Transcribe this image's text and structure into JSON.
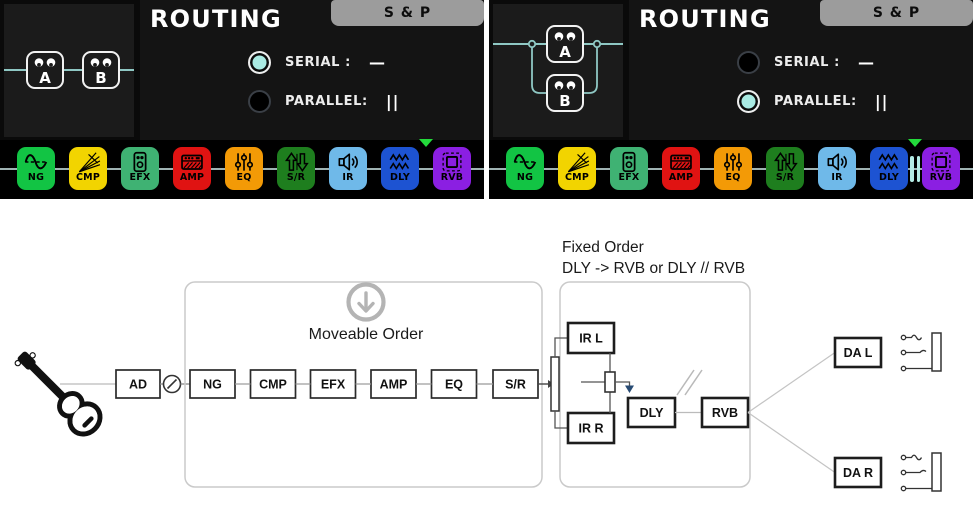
{
  "panels": [
    {
      "title": "ROUTING",
      "tab_label": "S & P",
      "mode": "serial",
      "block_a": "A",
      "block_b": "B",
      "options": [
        {
          "label": "SERIAL :",
          "symbol": "—",
          "selected": true
        },
        {
          "label": "PARALLEL:",
          "symbol": "||",
          "selected": false
        }
      ]
    },
    {
      "title": "ROUTING",
      "tab_label": "S & P",
      "mode": "parallel",
      "block_a": "A",
      "block_b": "B",
      "options": [
        {
          "label": "SERIAL :",
          "symbol": "—",
          "selected": false
        },
        {
          "label": "PARALLEL:",
          "symbol": "||",
          "selected": true
        }
      ],
      "parallel_indicator": "||"
    }
  ],
  "effects": [
    {
      "label": "NG",
      "color": "#12c444",
      "icon": "noise-gate-icon"
    },
    {
      "label": "CMP",
      "color": "#f2d400",
      "icon": "compressor-icon"
    },
    {
      "label": "EFX",
      "color": "#3fb273",
      "icon": "pedal-icon"
    },
    {
      "label": "AMP",
      "color": "#e01312",
      "icon": "amplifier-icon"
    },
    {
      "label": "EQ",
      "color": "#f39a06",
      "icon": "equalizer-icon"
    },
    {
      "label": "S/R",
      "color": "#1e7e1e",
      "icon": "send-return-icon"
    },
    {
      "label": "IR",
      "color": "#6fb9e9",
      "icon": "cab-ir-icon"
    },
    {
      "label": "DLY",
      "color": "#1d53d2",
      "icon": "delay-icon"
    },
    {
      "label": "RVB",
      "color": "#8b1fe2",
      "icon": "reverb-icon"
    }
  ],
  "diagram": {
    "ad_label": "AD",
    "moveable_title": "Moveable Order",
    "chain": [
      "NG",
      "CMP",
      "EFX",
      "AMP",
      "EQ",
      "S/R"
    ],
    "fixed_title_line1": "Fixed Order",
    "fixed_title_line2": "DLY -> RVB or DLY // RVB",
    "ir_left": "IR L",
    "ir_right": "IR R",
    "dly_label": "DLY",
    "rvb_label": "RVB",
    "out_left": "DA L",
    "out_right": "DA R"
  },
  "colors": {
    "selected_radio_fill": "#a9ebe3",
    "signal_line": "#9fb3b3",
    "preview_line": "#8fc8c4",
    "parallel_bars": "#b5ede6",
    "marker_triangle": "#23da3b",
    "tab_bg": "#9c9c9c"
  }
}
